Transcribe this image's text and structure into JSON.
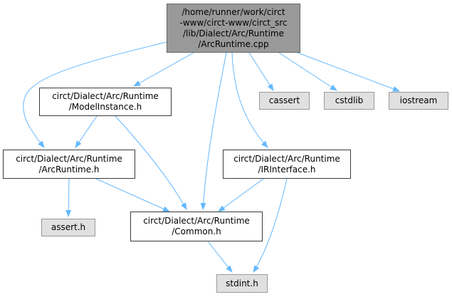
{
  "colors": {
    "edge": "#63b8ff",
    "main_fill": "#999999",
    "system_fill": "#e0e0e0",
    "user_fill": "#ffffff"
  },
  "nodes": {
    "root": {
      "lines": [
        "/home/runner/work/circt",
        "-www/circt-www/circt_src",
        "/lib/Dialect/Arc/Runtime",
        "/ArcRuntime.cpp"
      ]
    },
    "model": {
      "lines": [
        "circt/Dialect/Arc/Runtime",
        "/ModelInstance.h"
      ]
    },
    "arcruntime": {
      "lines": [
        "circt/Dialect/Arc/Runtime",
        "/ArcRuntime.h"
      ]
    },
    "irinterface": {
      "lines": [
        "circt/Dialect/Arc/Runtime",
        "/IRInterface.h"
      ]
    },
    "common": {
      "lines": [
        "circt/Dialect/Arc/Runtime",
        "/Common.h"
      ]
    },
    "cassert": {
      "lines": [
        "cassert"
      ]
    },
    "cstdlib": {
      "lines": [
        "cstdlib"
      ]
    },
    "iostream": {
      "lines": [
        "iostream"
      ]
    },
    "asserth": {
      "lines": [
        "assert.h"
      ]
    },
    "stdinth": {
      "lines": [
        "stdint.h"
      ]
    }
  },
  "edges": [
    [
      "root",
      "model"
    ],
    [
      "root",
      "arcruntime"
    ],
    [
      "root",
      "common"
    ],
    [
      "root",
      "irinterface"
    ],
    [
      "root",
      "cassert"
    ],
    [
      "root",
      "cstdlib"
    ],
    [
      "root",
      "iostream"
    ],
    [
      "model",
      "arcruntime"
    ],
    [
      "model",
      "common"
    ],
    [
      "arcruntime",
      "asserth"
    ],
    [
      "arcruntime",
      "common"
    ],
    [
      "irinterface",
      "common"
    ],
    [
      "irinterface",
      "stdinth"
    ],
    [
      "common",
      "stdinth"
    ]
  ]
}
